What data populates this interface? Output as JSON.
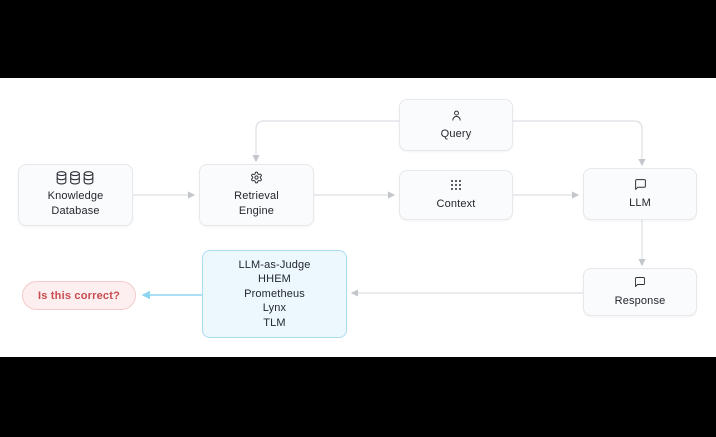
{
  "figure": {
    "description_visible": false,
    "letterboxed": true
  },
  "colors": {
    "letterbox": "#000000",
    "stage_background": "#ffffff",
    "node_fill": "#fafbfc",
    "node_border": "#e6e8eb",
    "node_text": "#23272e",
    "connector_gray": "#dcdfe3",
    "arrowhead_gray": "#c3c7cc",
    "judge_fill": "#edf8fd",
    "judge_border": "#a9def2",
    "judge_arrow_blue": "#8dd6f3",
    "pill_fill": "#fdeff0",
    "pill_border": "#f5caca",
    "pill_text": "#c94b4f"
  },
  "diagram": {
    "nodes": {
      "knowledge_database": {
        "label": "Knowledge\nDatabase",
        "icon": "database-icon"
      },
      "retrieval_engine": {
        "label": "Retrieval\nEngine",
        "icon": "gear-icon"
      },
      "query": {
        "label": "Query",
        "icon": "user-icon"
      },
      "context": {
        "label": "Context",
        "icon": "grid-dots-icon"
      },
      "llm": {
        "label": "LLM",
        "icon": "message-square-icon"
      },
      "response": {
        "label": "Response",
        "icon": "message-square-icon"
      }
    },
    "judge_box": {
      "lines": [
        "LLM-as-Judge",
        "HHEM",
        "Prometheus",
        "Lynx",
        "TLM"
      ]
    },
    "question_pill": {
      "label": "Is this correct?"
    },
    "connections": [
      {
        "from": "knowledge_database",
        "to": "retrieval_engine",
        "style": "gray"
      },
      {
        "from": "query",
        "to": "retrieval_engine",
        "style": "gray"
      },
      {
        "from": "query",
        "to": "llm",
        "style": "gray"
      },
      {
        "from": "retrieval_engine",
        "to": "context",
        "style": "gray"
      },
      {
        "from": "context",
        "to": "llm",
        "style": "gray"
      },
      {
        "from": "llm",
        "to": "response",
        "style": "gray"
      },
      {
        "from": "response",
        "to": "judge_box",
        "style": "gray"
      },
      {
        "from": "judge_box",
        "to": "question_pill",
        "style": "blue"
      }
    ]
  }
}
